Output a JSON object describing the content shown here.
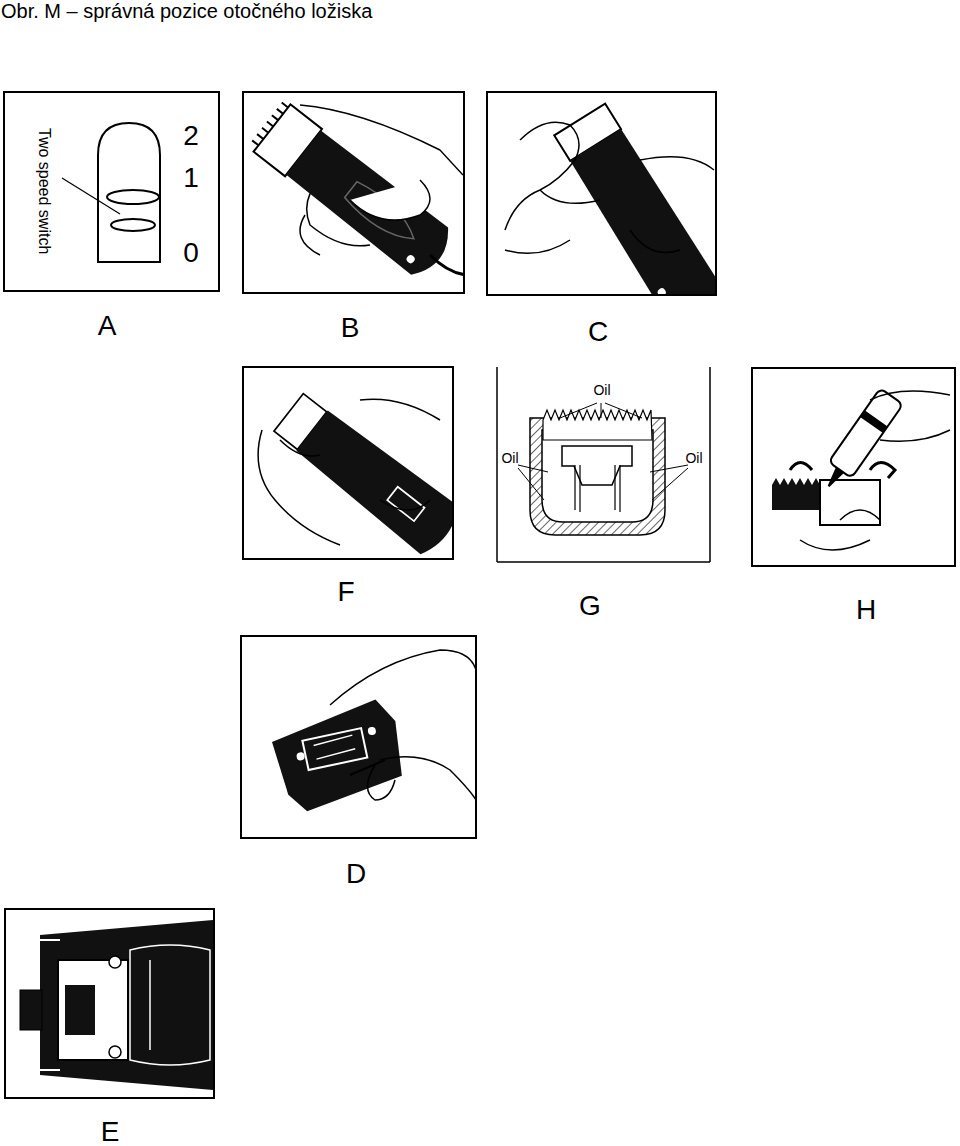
{
  "diagram": {
    "title": "Obr. M – správná pozice otočného ložiska",
    "labels": [
      "Two speed switch",
      "2",
      "1",
      "0",
      "A",
      "B",
      "C",
      "Oil",
      "Oil",
      "Oil",
      "F",
      "G",
      "H",
      "D",
      "E"
    ]
  }
}
